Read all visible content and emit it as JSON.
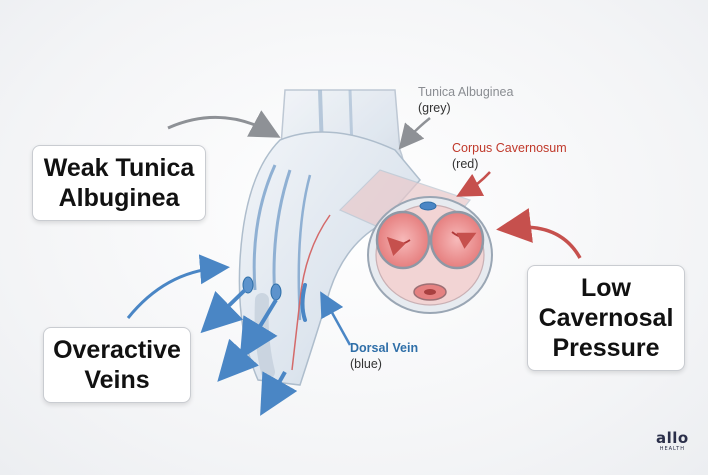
{
  "labels": {
    "tunica_top": {
      "name": "Tunica Albuginea",
      "color_note": "(grey)"
    },
    "corpus": {
      "name": "Corpus Cavernosum",
      "color_note": "(red)"
    },
    "dorsal": {
      "name": "Dorsal Vein",
      "color_note": "(blue)"
    }
  },
  "boxes": {
    "weak_tunica": [
      "Weak Tunica",
      "Albuginea"
    ],
    "overactive": [
      "Overactive",
      "Veins"
    ],
    "low_pressure": [
      "Low",
      "Cavernosal",
      "Pressure"
    ]
  },
  "logo": {
    "word": "allo",
    "sub": "HEALTH"
  },
  "colors": {
    "grey_label": "#8a8d92",
    "red_label": "#c0392b",
    "blue_label": "#2f6fa8",
    "red_tissue": "#e98a8a",
    "blue_vein": "#4a86c5"
  }
}
